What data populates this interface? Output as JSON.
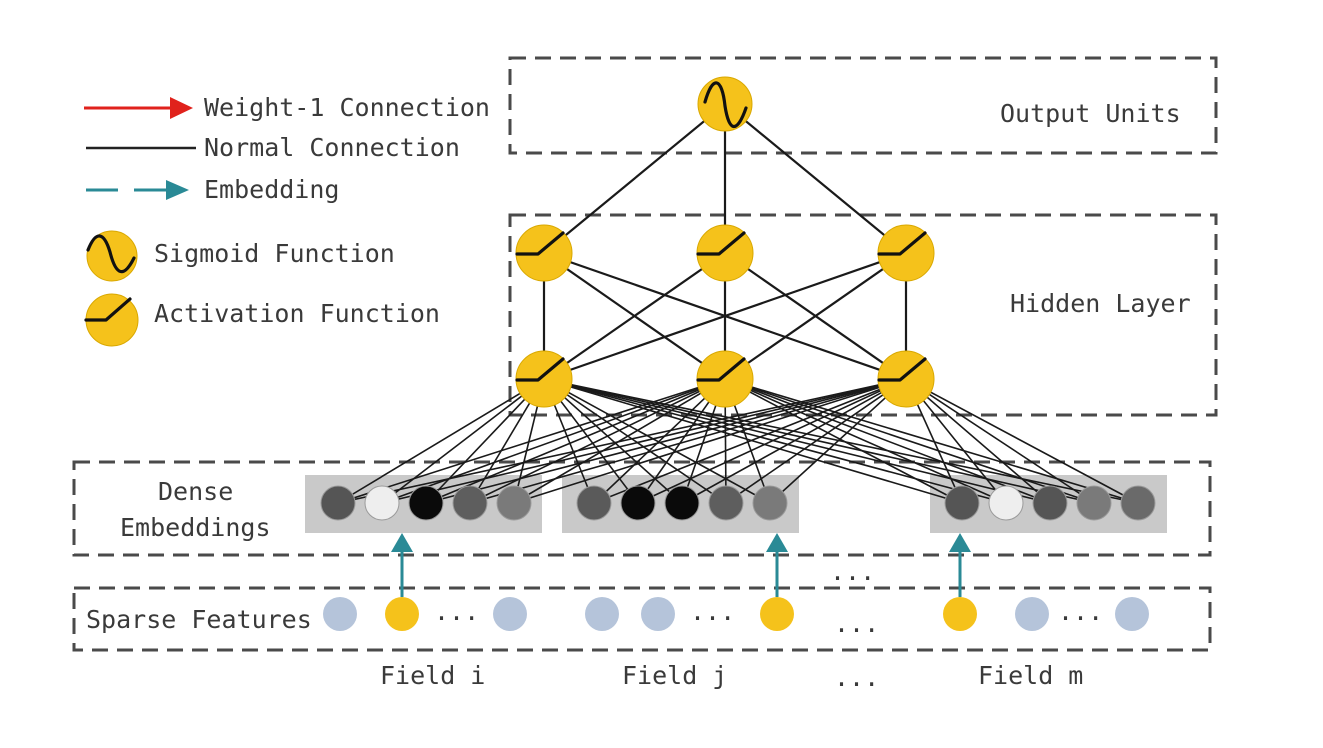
{
  "legend": {
    "weight_connection": "Weight-1 Connection",
    "normal_connection": "Normal Connection",
    "embedding": "Embedding",
    "sigmoid": "Sigmoid Function",
    "activation": "Activation Function"
  },
  "layers": {
    "output": "Output Units",
    "hidden": "Hidden Layer",
    "dense": [
      "Dense",
      "Embeddings"
    ],
    "sparse": "Sparse Features"
  },
  "fields": [
    "Field i",
    "Field j",
    "Field m"
  ],
  "ellipsis": "...",
  "embedding_groups": [
    [
      "#555555",
      "#eeeeee",
      "#0a0a0a",
      "#5e5e5e",
      "#7a7a7a"
    ],
    [
      "#5a5a5a",
      "#0a0a0a",
      "#0a0a0a",
      "#5e5e5e",
      "#7a7a7a"
    ],
    [
      "#555555",
      "#eeeeee",
      "#555555",
      "#7a7a7a",
      "#6a6a6a"
    ]
  ],
  "colors": {
    "unit_fill": "#f5c21b",
    "sparse_inactive": "#b5c4da",
    "sparse_active": "#f5c21b",
    "embedding_arrow": "#2a8a96",
    "weight_arrow": "#e0221c",
    "embedding_strip": "#c9c9c9"
  }
}
